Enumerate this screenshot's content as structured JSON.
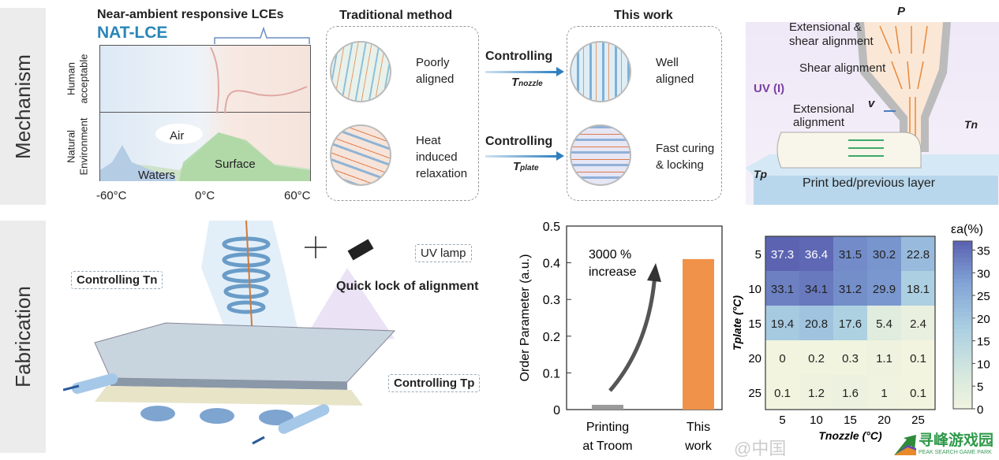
{
  "sections": {
    "mechanism": "Mechanism",
    "fabrication": "Fabrication"
  },
  "panel_a": {
    "title": "Near-ambient responsive LCEs",
    "brand": "NAT-LCE",
    "row_labels": [
      "Human acceptable",
      "Natural Environment"
    ],
    "regions": [
      "Air",
      "Waters",
      "Surface"
    ],
    "x_ticks": [
      "-60°C",
      "0°C",
      "60°C"
    ]
  },
  "traditional": {
    "title": "Traditional method",
    "items": [
      "Poorly aligned",
      "Heat induced relaxation"
    ]
  },
  "controls": [
    {
      "label": "Controlling",
      "var": "T",
      "sub": "nozzle"
    },
    {
      "label": "Controlling",
      "var": "T",
      "sub": "plate"
    }
  ],
  "this_work": {
    "title": "This work",
    "items": [
      "Well aligned",
      "Fast curing & locking"
    ]
  },
  "nozzle_schematic": {
    "pressure": "P",
    "labels": [
      "Extensional & shear alignment",
      "Shear alignment",
      "Extensional alignment"
    ],
    "uv": "UV (I)",
    "velocity": "v",
    "t_n": "Tn",
    "t_p": "Tp",
    "bed": "Print bed/previous layer"
  },
  "fabrication": {
    "controlling_tn": "Controlling Tn",
    "controlling_tp": "Controlling Tp",
    "uv_lamp": "UV lamp",
    "quick_lock": "Quick lock of alignment"
  },
  "chart_data": [
    {
      "type": "bar",
      "categories": [
        "Printing at Troom",
        "This work"
      ],
      "category_lines": [
        [
          "Printing",
          "at Troom"
        ],
        [
          "This",
          "work"
        ]
      ],
      "values": [
        0.013,
        0.41
      ],
      "colors": [
        "#9a9a9a",
        "#f0924a"
      ],
      "ylabel": "Order Parameter (a.u.)",
      "ylim": [
        0,
        0.5
      ],
      "yticks": [
        "0",
        "0.1",
        "0.2",
        "0.3",
        "0.4",
        "0.5"
      ],
      "annotation": [
        "3000 %",
        "increase"
      ]
    },
    {
      "type": "heatmap",
      "ylabel": "Tplate (°C)",
      "xlabel": "Tnozzle (°C)",
      "rows": [
        "5",
        "10",
        "15",
        "20",
        "25"
      ],
      "cols": [
        "5",
        "10",
        "15",
        "20",
        "25"
      ],
      "values": [
        [
          37.3,
          36.4,
          31.5,
          30.2,
          22.8
        ],
        [
          33.1,
          34.1,
          31.2,
          29.9,
          18.1
        ],
        [
          19.4,
          20.8,
          17.6,
          5.4,
          2.4
        ],
        [
          0,
          0.2,
          0.3,
          1.1,
          0.1
        ],
        [
          0.1,
          1.2,
          1.6,
          1,
          0.1
        ]
      ],
      "colorbar_title": "εa(%)",
      "colorbar_ticks": [
        "0",
        "5",
        "10",
        "15",
        "20",
        "25",
        "30",
        "35"
      ],
      "range": [
        0,
        37
      ]
    }
  ],
  "watermark": {
    "handle": "@中国",
    "logo": "寻峰游戏园",
    "logo_sub": "PEAK SEARCH GAME PARK"
  }
}
